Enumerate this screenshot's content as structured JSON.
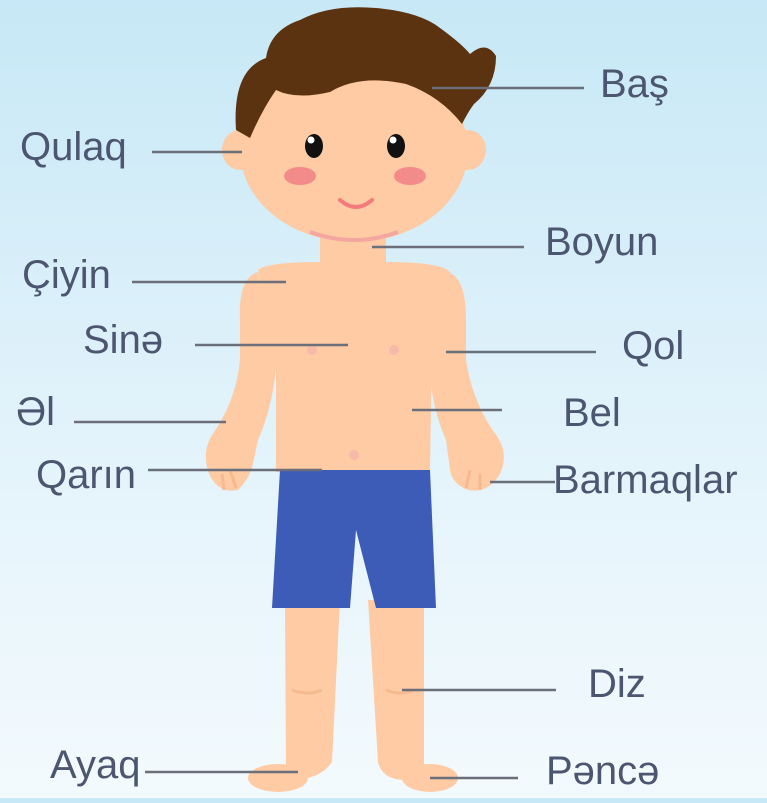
{
  "labels": {
    "bas": "Baş",
    "qulaq": "Qulaq",
    "boyun": "Boyun",
    "ciyin": "Çiyin",
    "sine": "Sinə",
    "qol": "Qol",
    "el": "Əl",
    "bel": "Bel",
    "qarin": "Qarın",
    "barmaqlar": "Barmaqlar",
    "diz": "Diz",
    "ayaq": "Ayaq",
    "pence": "Pəncə"
  },
  "colors": {
    "skin": "#ffcba4",
    "skin_shade": "#f7b98e",
    "hair": "#5c3310",
    "shorts": "#3d5cb8",
    "cheek": "#f48b8b",
    "leader_line": "#6b6f7a",
    "label_text": "#4d5670"
  }
}
